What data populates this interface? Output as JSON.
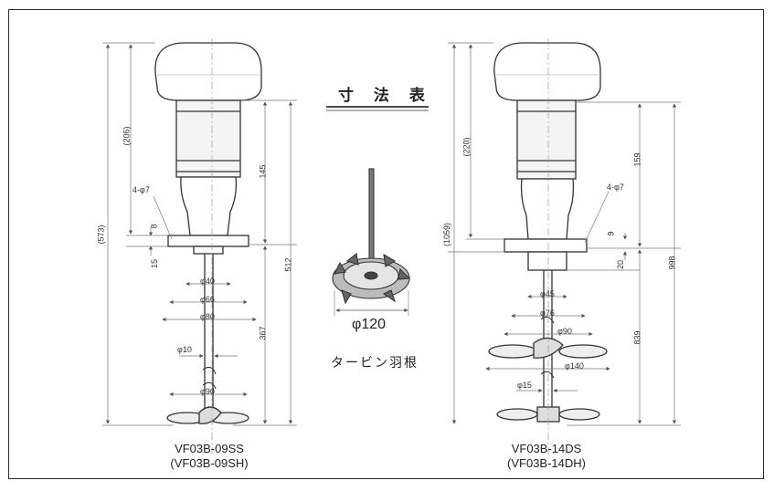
{
  "title": "寸 法 表",
  "turbine": {
    "label": "タービン羽根",
    "diameter": "φ120"
  },
  "left_unit": {
    "model_line1": "VF03B-09SS",
    "model_line2": "(VF03B-09SH)",
    "dims": {
      "overall": "(573)",
      "head": "(206)",
      "body": "145",
      "shaft": "512",
      "lower": "367",
      "flange_t": "8",
      "flange_gap": "15",
      "bolts": "4-φ7",
      "d40": "φ40",
      "d66": "φ66",
      "d80": "φ80",
      "d10": "φ10",
      "d90": "φ90"
    }
  },
  "right_unit": {
    "model_line1": "VF03B-14DS",
    "model_line2": "(VF03B-14DH)",
    "dims": {
      "overall": "(1059)",
      "head": "(220)",
      "body": "159",
      "shaft": "998",
      "lower": "839",
      "flange_t": "9",
      "flange_gap": "20",
      "bolts": "4-φ7",
      "d45": "φ45",
      "d76": "φ76",
      "d90": "φ90",
      "d140": "φ140",
      "d15": "φ15"
    }
  }
}
